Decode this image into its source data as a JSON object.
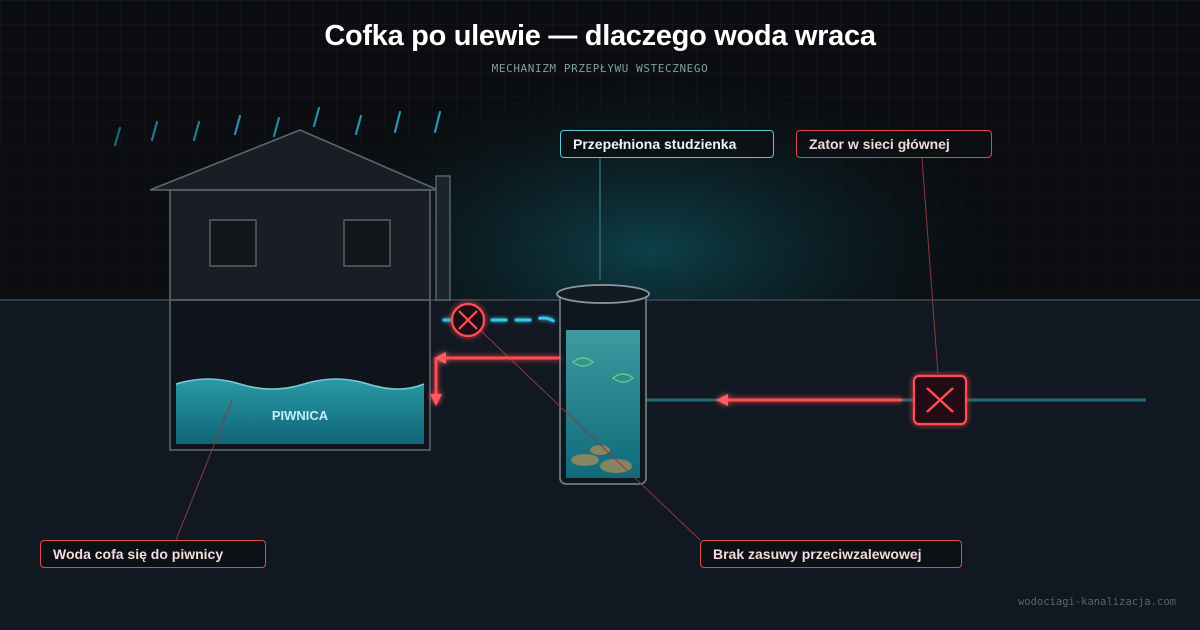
{
  "header": {
    "title": "Cofka po ulewie — dlaczego woda wraca",
    "subtitle": "MECHANIZM PRZEPŁYWU WSTECZNEGO"
  },
  "labels": {
    "basement_water": "PIWNICA",
    "overflowing_manhole": "Przepełniona studzienka",
    "main_sewer_blockage": "Zator w sieci głównej",
    "water_backflow": "Woda cofa się do piwnicy",
    "missing_backflow_valve": "Brak zasuwy przeciwzalewowej"
  },
  "footer": {
    "watermark": "wodociagi-kanalizacja.com"
  },
  "colors": {
    "background": "#0b0d10",
    "underground": "#111821",
    "water": "#1a7f8e",
    "warning": "#e0484f",
    "accent": "#35c9ec"
  },
  "icons": {
    "rain": "rain-drops-icon",
    "blocked": "x-mark-icon"
  }
}
